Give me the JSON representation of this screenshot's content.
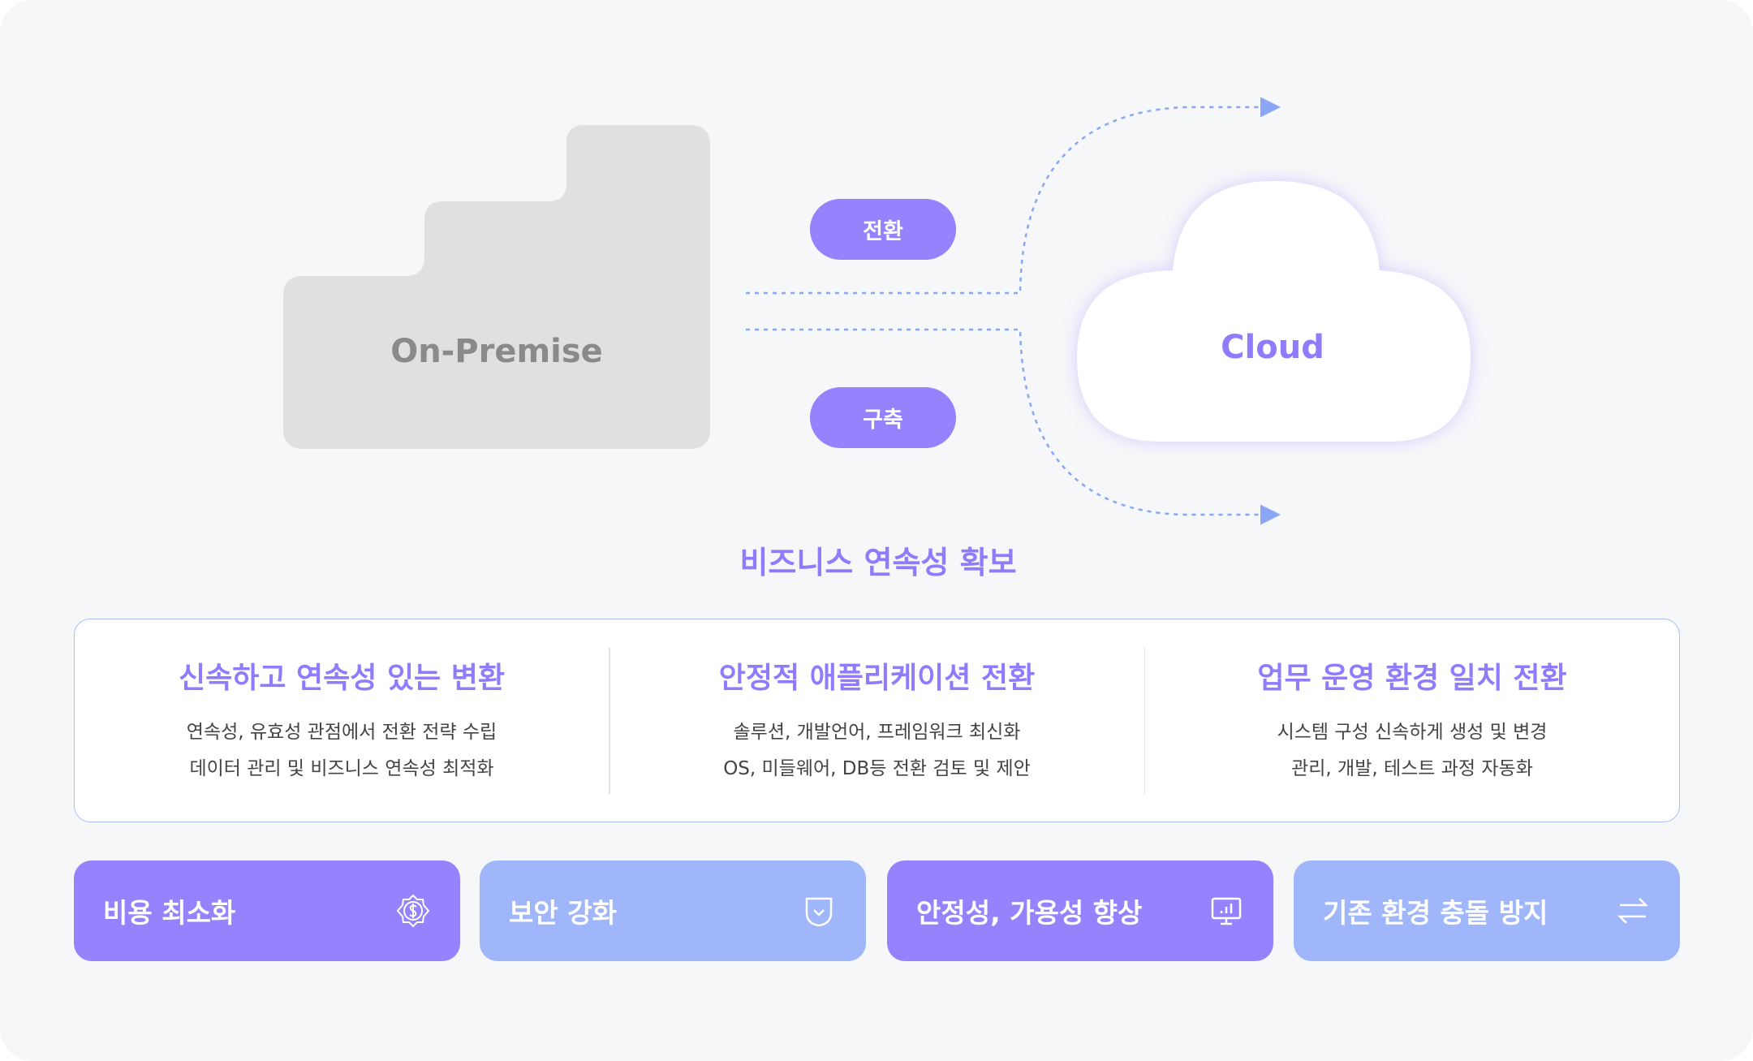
{
  "diagram": {
    "source": "On-Premise",
    "target": "Cloud",
    "labels": [
      "전환",
      "구축"
    ],
    "subtitle": "비즈니스 연속성 확보"
  },
  "features": [
    {
      "title": "신속하고 연속성 있는 변환",
      "lines": [
        "연속성, 유효성 관점에서 전환 전략 수립",
        "데이터 관리 및 비즈니스 연속성 최적화"
      ]
    },
    {
      "title": "안정적 애플리케이션 전환",
      "lines": [
        "솔루션, 개발언어, 프레임워크 최신화",
        "OS, 미들웨어, DB등 전환 검토 및 제안"
      ]
    },
    {
      "title": "업무 운영 환경 일치 전환",
      "lines": [
        "시스템 구성 신속하게 생성 및 변경",
        "관리, 개발, 테스트 과정 자동화"
      ]
    }
  ],
  "benefits": [
    {
      "label": "비용 최소화",
      "icon": "dollar-badge-icon"
    },
    {
      "label": "보안 강화",
      "icon": "shield-icon"
    },
    {
      "label": "안정성, 가용성 향상",
      "icon": "monitor-chart-icon"
    },
    {
      "label": "기존 환경 충돌 방지",
      "icon": "swap-arrows-icon"
    }
  ],
  "colors": {
    "purple": "#9583fd",
    "blue": "#9fb6fb",
    "gray": "#e0e0e0"
  }
}
